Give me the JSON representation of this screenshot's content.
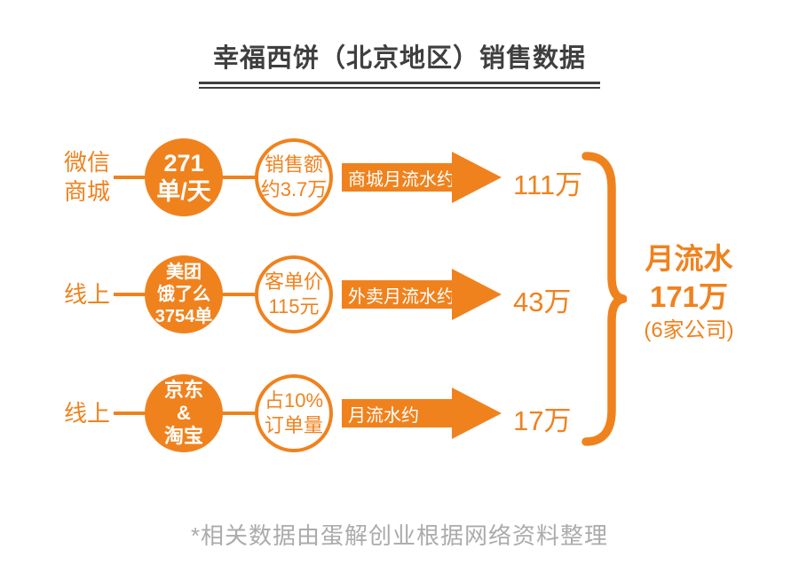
{
  "accent_color": "#f0821e",
  "title_color": "#3f3f3f",
  "footer_color": "#ababab",
  "title": {
    "text": "幸福西饼（北京地区）销售数据"
  },
  "rows": [
    {
      "source": "微信\n商城",
      "channel": "271\n单/天",
      "metric": "销售额\n约3.7万",
      "arrow_label": "商城月流水约",
      "value": "111万"
    },
    {
      "source": "线上",
      "channel": "美团\n饿了么\n3754单",
      "metric": "客单价\n115元",
      "arrow_label": "外卖月流水约",
      "value": "43万"
    },
    {
      "source": "线上",
      "channel": "京东\n&\n淘宝",
      "metric": "占10%\n订单量",
      "arrow_label": "月流水约",
      "value": "17万"
    }
  ],
  "summary": {
    "line1": "月流水",
    "line2": "171万",
    "line3": "(6家公司)"
  },
  "footer": {
    "text": "*相关数据由蛋解创业根据网络资料整理"
  }
}
